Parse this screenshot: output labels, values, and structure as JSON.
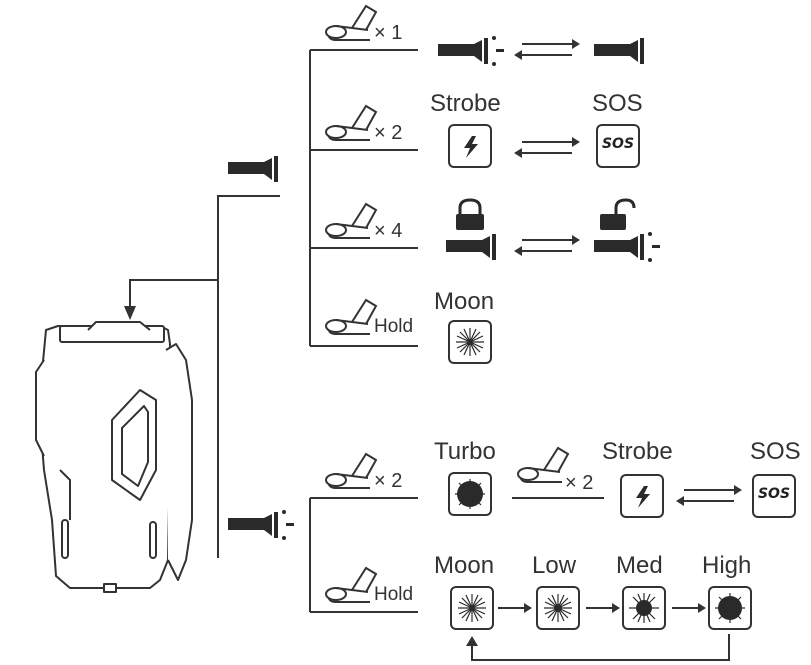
{
  "icons": {
    "tap_icon": "press-tap-icon",
    "flashlight": "flashlight-icon",
    "flashlight_on": "flashlight-on-icon",
    "strobe": "strobe-icon",
    "lock": "lock-icon",
    "unlock": "unlock-icon",
    "brightness": "brightness-level-icon"
  },
  "off_state": {
    "single_click": {
      "count": "× 1"
    },
    "double_click": {
      "count": "× 2",
      "left_label": "Strobe",
      "right_label": "SOS",
      "sos_badge": "SOS"
    },
    "quad_click": {
      "count": "× 4"
    },
    "hold": {
      "count": "Hold",
      "label": "Moon"
    }
  },
  "on_state": {
    "double_click": {
      "count": "× 2",
      "turbo_label": "Turbo",
      "inner_count": "× 2",
      "strobe_label": "Strobe",
      "sos_label": "SOS",
      "sos_badge": "SOS"
    },
    "hold": {
      "count": "Hold",
      "levels": [
        "Moon",
        "Low",
        "Med",
        "High"
      ]
    }
  },
  "colors": {
    "line": "#333333",
    "fill": "#2a2a2a"
  }
}
